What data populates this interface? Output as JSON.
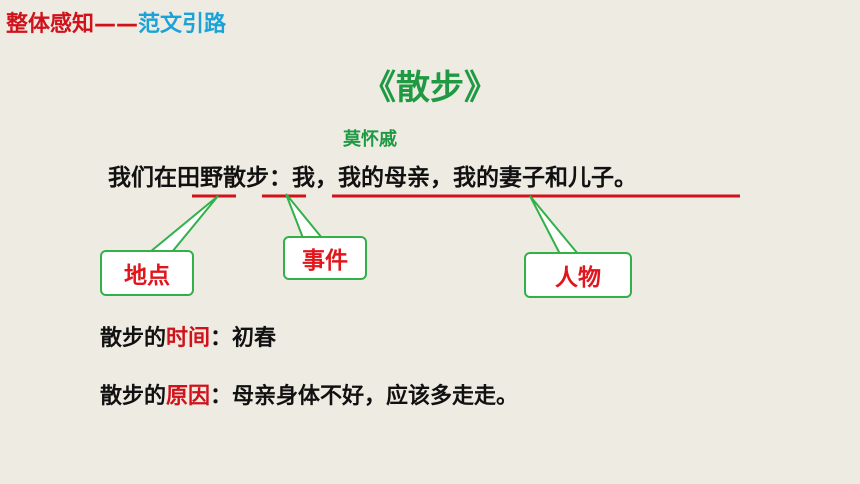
{
  "header": {
    "part1": "整体感知——",
    "part2": "范文引路"
  },
  "title": "《散步》",
  "author": "莫怀戚",
  "sentence": "我们在田野散步：我，我的母亲，我的妻子和儿子。",
  "labels": {
    "place": "地点",
    "event": "事件",
    "people": "人物"
  },
  "time_line": {
    "prefix": "散步的",
    "key": "时间",
    "value": "：初春"
  },
  "reason_line": {
    "prefix": "散步的",
    "key": "原因",
    "value": "：母亲身体不好，应该多走走。"
  },
  "colors": {
    "red": "#d0121b",
    "green": "#1f9a43",
    "blue": "#1ba3d8",
    "background": "#eeebe3"
  }
}
